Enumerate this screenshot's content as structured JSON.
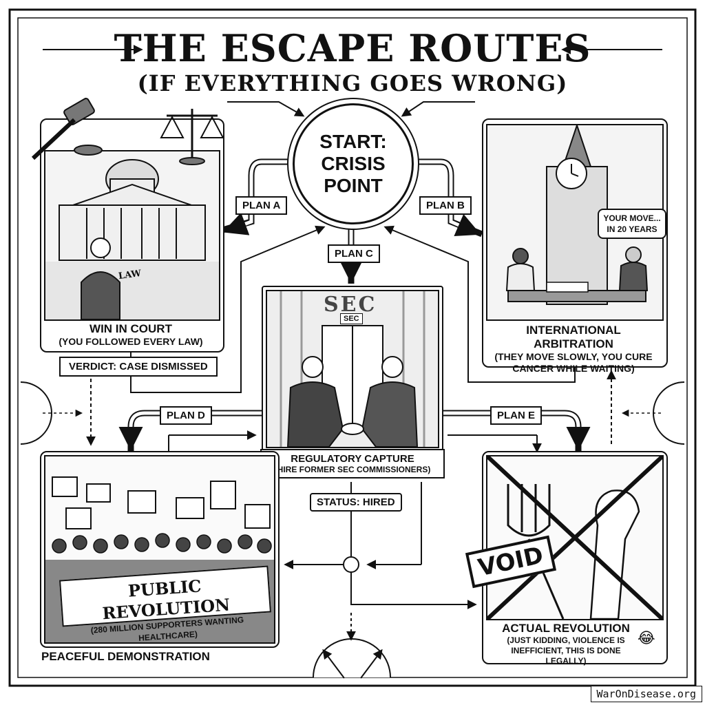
{
  "title": "THE ESCAPE ROUTES",
  "subtitle": "(IF EVERYTHING GOES WRONG)",
  "start": {
    "line1": "START:",
    "line2": "CRISIS",
    "line3": "POINT"
  },
  "plans": {
    "a": "PLAN A",
    "b": "PLAN B",
    "c": "PLAN C",
    "d": "PLAN D",
    "e": "PLAN E"
  },
  "court": {
    "caption": "WIN IN COURT",
    "subcaption": "(YOU FOLLOWED EVERY LAW)",
    "scroll_text": "LAW",
    "verdict": "VERDICT: CASE DISMISSED"
  },
  "arbitration": {
    "caption": "INTERNATIONAL ARBITRATION",
    "subcaption": "(THEY MOVE SLOWLY, YOU CURE CANCER WHILE WAITING)",
    "speech_line1": "YOUR MOVE...",
    "speech_line2": "IN 20 YEARS"
  },
  "capture": {
    "sign_large": "SEC",
    "sign_small": "SEC",
    "caption": "REGULATORY CAPTURE",
    "subcaption": "(HIRE FORMER SEC COMMISSIONERS)",
    "status": "STATUS: HIRED"
  },
  "public_revolution": {
    "banner": "PUBLIC REVOLUTION",
    "banner_sub": "(280 MILLION SUPPORTERS WANTING HEALTHCARE)",
    "caption": "PEACEFUL DEMONSTRATION"
  },
  "actual_revolution": {
    "stamp": "VOID",
    "caption": "ACTUAL REVOLUTION",
    "subcaption": "(JUST KIDDING, VIOLENCE IS INEFFICIENT, THIS IS DONE LEGALLY)",
    "emoji": "😂"
  },
  "watermark": "WarOnDisease.org"
}
